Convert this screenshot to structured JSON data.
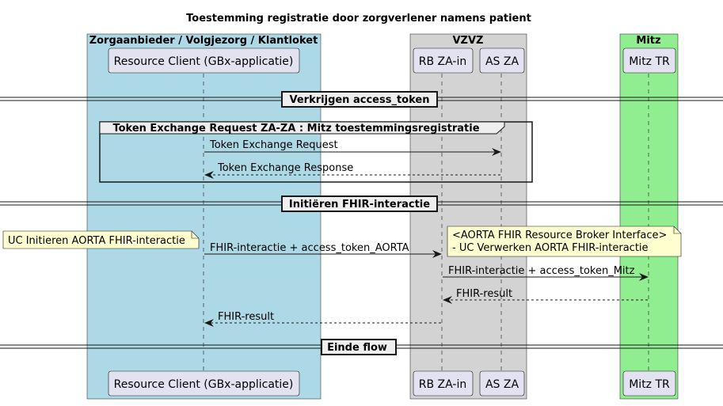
{
  "diagram": {
    "title": "Toestemming registratie door zorgverlener namens patient",
    "boxes": {
      "zorgaanbieder": {
        "title": "Zorgaanbieder / Volgjezorg / Klantloket",
        "color": "#add8e6"
      },
      "vzvz": {
        "title": "VZVZ",
        "color": "#d3d3d3"
      },
      "mitz": {
        "title": "Mitz",
        "color": "#90ee90"
      }
    },
    "participants": {
      "resource_client": "Resource Client (GBx-applicatie)",
      "rb_za_in": "RB ZA-in",
      "as_za": "AS ZA",
      "mitz_tr": "Mitz TR"
    },
    "dividers": {
      "verkrijgen": "Verkrijgen access_token",
      "initieren": "Initiëren FHIR-interactie",
      "einde": "Einde flow"
    },
    "group": {
      "title": "Token Exchange Request ZA-ZA : Mitz toestemmingsregistratie"
    },
    "messages": {
      "token_request": "Token Exchange Request",
      "token_response": "Token Exchange Response",
      "fhir_aorta": "FHIR-interactie + access_token_AORTA",
      "fhir_mitz": "FHIR-interactie + access_token_Mitz",
      "fhir_result_1": "FHIR-result",
      "fhir_result_2": "FHIR-result"
    },
    "notes": {
      "left": "UC Initieren AORTA FHIR-interactie",
      "right_line1": "<AORTA FHIR Resource Broker Interface>",
      "right_line2": "- UC Verwerken AORTA FHIR-interactie"
    },
    "colors": {
      "participant_fill": "#e2e2f0",
      "note_fill": "#fefece",
      "divider_fill": "#eeeeee"
    }
  }
}
